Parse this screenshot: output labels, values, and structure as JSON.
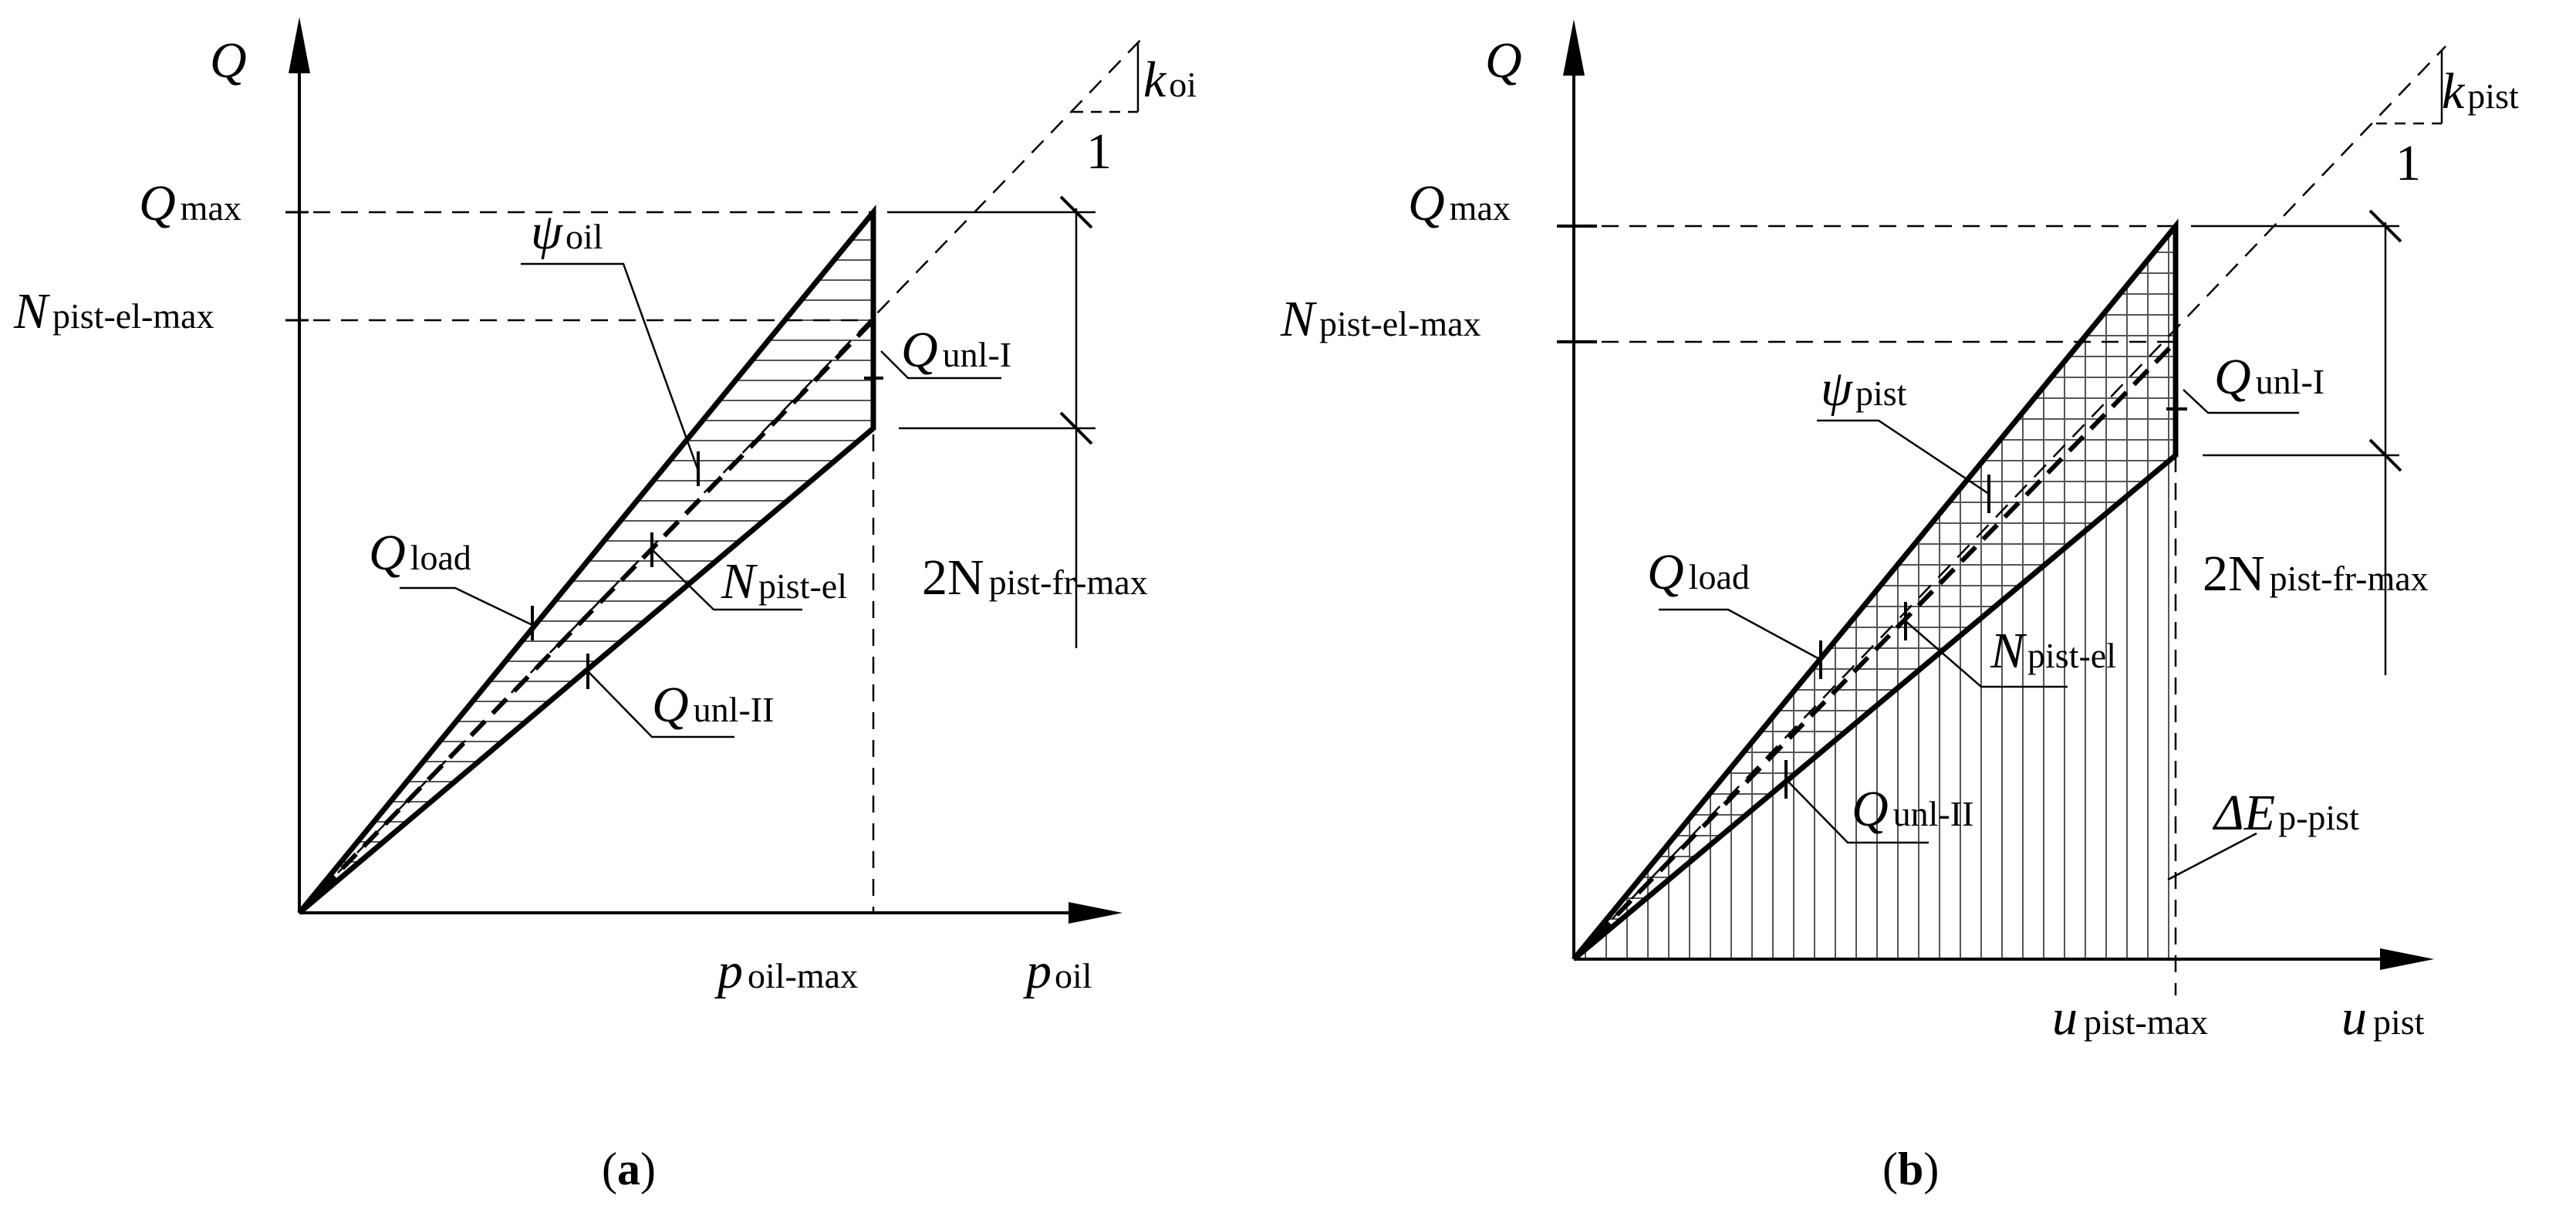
{
  "panel_a": {
    "caption_open": "(",
    "caption_letter": "a",
    "caption_close": ")",
    "y_axis": "Q",
    "x_axis": {
      "main": "p",
      "sub": "oil"
    },
    "x_max": {
      "main": "p",
      "sub": "oil-max"
    },
    "q_max": {
      "main": "Q",
      "sub": "max"
    },
    "n_pist_el_max": {
      "main": "N",
      "sub": "pist-el-max"
    },
    "slope": {
      "main": "k",
      "sub": "oi",
      "one": "1"
    },
    "psi": {
      "main": "ψ",
      "sub": "oil"
    },
    "q_unl_i": {
      "main": "Q",
      "sub": "unl-I"
    },
    "q_load": {
      "main": "Q",
      "sub": "load"
    },
    "n_pist_el": {
      "main": "N",
      "sub": "pist-el"
    },
    "two_n_fr": {
      "main": "2N",
      "sub": "pist-fr-max"
    },
    "q_unl_ii": {
      "main": "Q",
      "sub": "unl-II"
    }
  },
  "panel_b": {
    "caption_open": "(",
    "caption_letter": "b",
    "caption_close": ")",
    "y_axis": "Q",
    "x_axis": {
      "main": "u",
      "sub": "pist"
    },
    "x_max": {
      "main": "u",
      "sub": "pist-max"
    },
    "q_max": {
      "main": "Q",
      "sub": "max"
    },
    "n_pist_el_max": {
      "main": "N",
      "sub": "pist-el-max"
    },
    "slope": {
      "main": "k",
      "sub": "pist",
      "one": "1"
    },
    "psi": {
      "main": "ψ",
      "sub": "pist"
    },
    "q_unl_i": {
      "main": "Q",
      "sub": "unl-I"
    },
    "q_load": {
      "main": "Q",
      "sub": "load"
    },
    "n_pist_el": {
      "main": "N",
      "sub": "pist-el"
    },
    "two_n_fr": {
      "main": "2N",
      "sub": "pist-fr-max"
    },
    "q_unl_ii": {
      "main": "Q",
      "sub": "unl-II"
    },
    "delta_e": {
      "main": "ΔE",
      "sub": "p-pist"
    }
  }
}
